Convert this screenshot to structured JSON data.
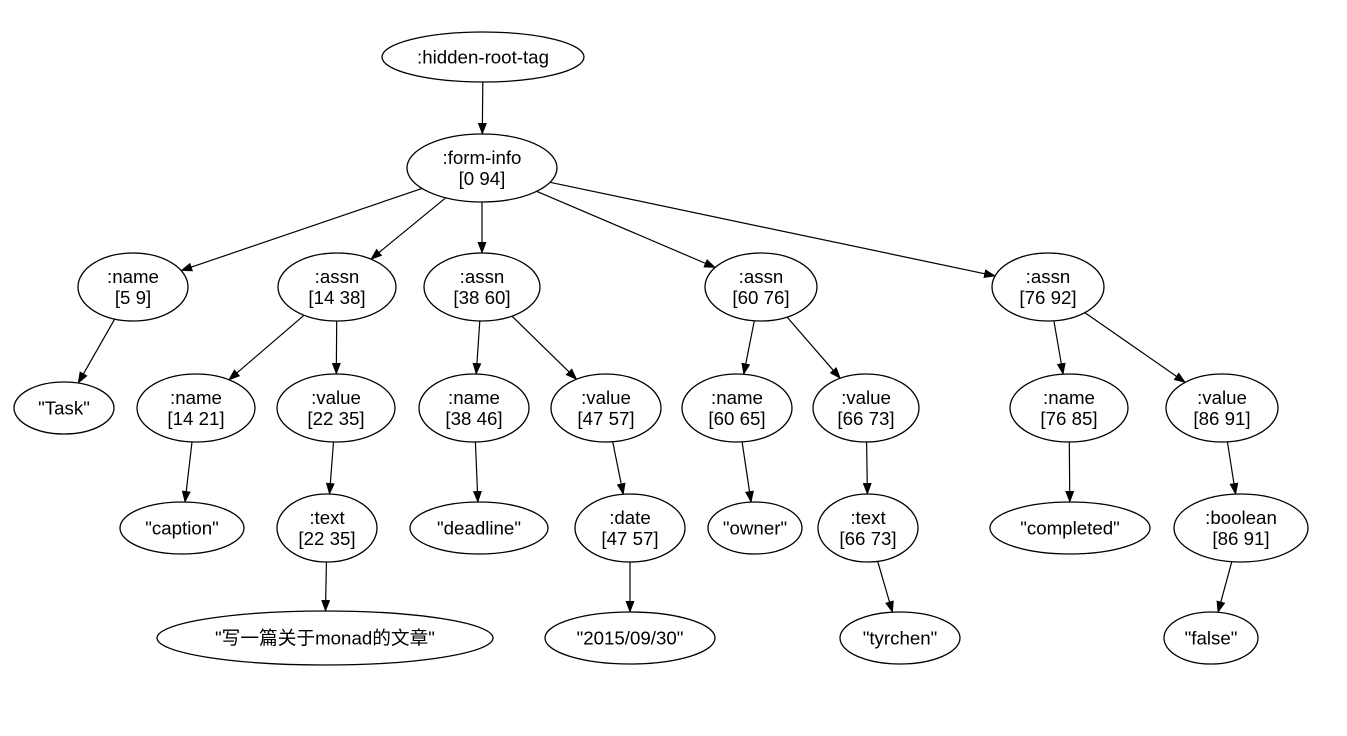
{
  "colors": {
    "background": "#ffffff",
    "node_fill": "#ffffff",
    "node_stroke": "#000000",
    "edge_stroke": "#000000",
    "text": "#000000"
  },
  "diagram": {
    "type": "tree",
    "description": "Parse tree of a form with spans",
    "nodes": [
      {
        "id": "hidden-root-tag",
        "lines": [
          ":hidden-root-tag"
        ]
      },
      {
        "id": "form-info",
        "lines": [
          ":form-info",
          "[0 94]"
        ]
      },
      {
        "id": "name-5-9",
        "lines": [
          ":name",
          "[5 9]"
        ]
      },
      {
        "id": "assn-14-38",
        "lines": [
          ":assn",
          "[14 38]"
        ]
      },
      {
        "id": "assn-38-60",
        "lines": [
          ":assn",
          "[38 60]"
        ]
      },
      {
        "id": "assn-60-76",
        "lines": [
          ":assn",
          "[60 76]"
        ]
      },
      {
        "id": "assn-76-92",
        "lines": [
          ":assn",
          "[76 92]"
        ]
      },
      {
        "id": "task",
        "lines": [
          "\"Task\""
        ]
      },
      {
        "id": "name-14-21",
        "lines": [
          ":name",
          "[14 21]"
        ]
      },
      {
        "id": "value-22-35",
        "lines": [
          ":value",
          "[22 35]"
        ]
      },
      {
        "id": "name-38-46",
        "lines": [
          ":name",
          "[38 46]"
        ]
      },
      {
        "id": "value-47-57",
        "lines": [
          ":value",
          "[47 57]"
        ]
      },
      {
        "id": "name-60-65",
        "lines": [
          ":name",
          "[60 65]"
        ]
      },
      {
        "id": "value-66-73",
        "lines": [
          ":value",
          "[66 73]"
        ]
      },
      {
        "id": "name-76-85",
        "lines": [
          ":name",
          "[76 85]"
        ]
      },
      {
        "id": "value-86-91",
        "lines": [
          ":value",
          "[86 91]"
        ]
      },
      {
        "id": "caption",
        "lines": [
          "\"caption\""
        ]
      },
      {
        "id": "text-22-35",
        "lines": [
          ":text",
          "[22 35]"
        ]
      },
      {
        "id": "deadline",
        "lines": [
          "\"deadline\""
        ]
      },
      {
        "id": "date-47-57",
        "lines": [
          ":date",
          "[47 57]"
        ]
      },
      {
        "id": "owner",
        "lines": [
          "\"owner\""
        ]
      },
      {
        "id": "text-66-73",
        "lines": [
          ":text",
          "[66 73]"
        ]
      },
      {
        "id": "completed",
        "lines": [
          "\"completed\""
        ]
      },
      {
        "id": "boolean-86-91",
        "lines": [
          ":boolean",
          "[86 91]"
        ]
      },
      {
        "id": "caption-value",
        "lines": [
          "\"写一篇关于monad的文章\""
        ]
      },
      {
        "id": "date-value",
        "lines": [
          "\"2015/09/30\""
        ]
      },
      {
        "id": "owner-value",
        "lines": [
          "\"tyrchen\""
        ]
      },
      {
        "id": "completed-value",
        "lines": [
          "\"false\""
        ]
      }
    ],
    "edges": [
      {
        "from": "hidden-root-tag",
        "to": "form-info"
      },
      {
        "from": "form-info",
        "to": "name-5-9"
      },
      {
        "from": "form-info",
        "to": "assn-14-38"
      },
      {
        "from": "form-info",
        "to": "assn-38-60"
      },
      {
        "from": "form-info",
        "to": "assn-60-76"
      },
      {
        "from": "form-info",
        "to": "assn-76-92"
      },
      {
        "from": "name-5-9",
        "to": "task"
      },
      {
        "from": "assn-14-38",
        "to": "name-14-21"
      },
      {
        "from": "assn-14-38",
        "to": "value-22-35"
      },
      {
        "from": "assn-38-60",
        "to": "name-38-46"
      },
      {
        "from": "assn-38-60",
        "to": "value-47-57"
      },
      {
        "from": "assn-60-76",
        "to": "name-60-65"
      },
      {
        "from": "assn-60-76",
        "to": "value-66-73"
      },
      {
        "from": "assn-76-92",
        "to": "name-76-85"
      },
      {
        "from": "assn-76-92",
        "to": "value-86-91"
      },
      {
        "from": "name-14-21",
        "to": "caption"
      },
      {
        "from": "value-22-35",
        "to": "text-22-35"
      },
      {
        "from": "name-38-46",
        "to": "deadline"
      },
      {
        "from": "value-47-57",
        "to": "date-47-57"
      },
      {
        "from": "name-60-65",
        "to": "owner"
      },
      {
        "from": "value-66-73",
        "to": "text-66-73"
      },
      {
        "from": "name-76-85",
        "to": "completed"
      },
      {
        "from": "value-86-91",
        "to": "boolean-86-91"
      },
      {
        "from": "text-22-35",
        "to": "caption-value"
      },
      {
        "from": "date-47-57",
        "to": "date-value"
      },
      {
        "from": "text-66-73",
        "to": "owner-value"
      },
      {
        "from": "boolean-86-91",
        "to": "completed-value"
      }
    ]
  }
}
